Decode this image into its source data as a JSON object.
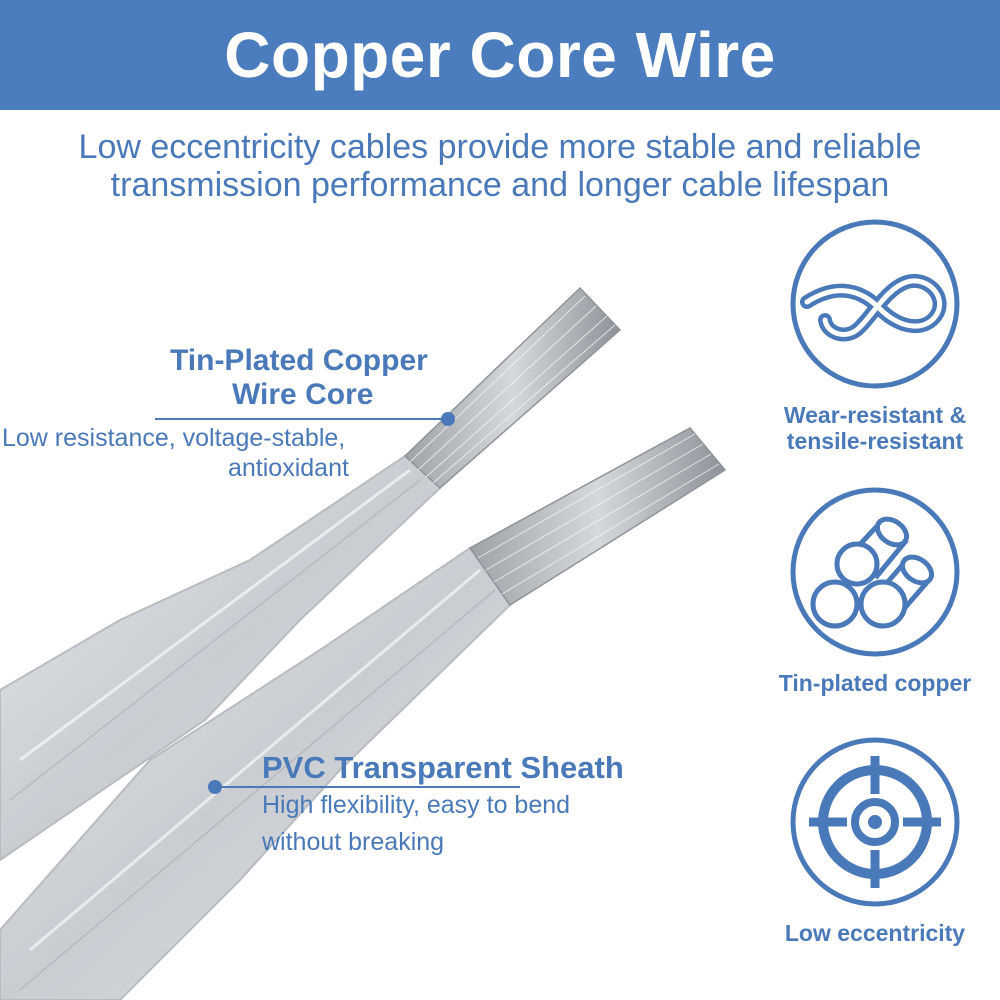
{
  "header": {
    "title": "Copper Core Wire"
  },
  "subtitle": {
    "line1": "Low eccentricity cables provide more stable and reliable",
    "line2": "transmission performance and longer cable lifespan"
  },
  "callouts": {
    "core": {
      "title_line1": "Tin-Plated Copper",
      "title_line2": "Wire Core",
      "desc_line1": "Low resistance, voltage-stable,",
      "desc_line2": "antioxidant"
    },
    "sheath": {
      "title": "PVC Transparent Sheath",
      "desc_line1": "High flexibility, easy to bend",
      "desc_line2": "without breaking"
    }
  },
  "features": [
    {
      "icon": "knot-icon",
      "label_line1": "Wear-resistant &",
      "label_line2": "tensile-resistant"
    },
    {
      "icon": "copper-strands-icon",
      "label_line1": "Tin-plated copper"
    },
    {
      "icon": "target-crosshair-icon",
      "label_line1": "Low eccentricity"
    }
  ],
  "colors": {
    "brand_blue": "#4b7cbd",
    "text_blue": "#4a79b9",
    "background": "#ffffff"
  }
}
